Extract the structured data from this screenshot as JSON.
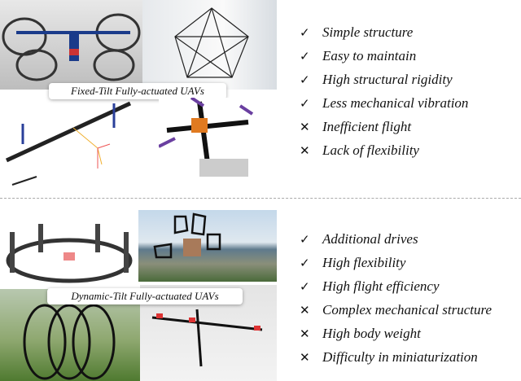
{
  "top": {
    "label": "Fixed-Tilt Fully-actuated UAVs",
    "features": [
      {
        "mark": "check",
        "text": "Simple structure"
      },
      {
        "mark": "check",
        "text": "Easy to maintain"
      },
      {
        "mark": "check",
        "text": "High structural rigidity"
      },
      {
        "mark": "check",
        "text": "Less mechanical vibration"
      },
      {
        "mark": "cross",
        "text": "Inefficient flight"
      },
      {
        "mark": "cross",
        "text": "Lack of flexibility"
      }
    ]
  },
  "bottom": {
    "label": "Dynamic-Tilt Fully-actuated UAVs",
    "features": [
      {
        "mark": "check",
        "text": "Additional drives"
      },
      {
        "mark": "check",
        "text": "High flexibility"
      },
      {
        "mark": "check",
        "text": "High flight efficiency"
      },
      {
        "mark": "cross",
        "text": "Complex mechanical structure"
      },
      {
        "mark": "cross",
        "text": "High body weight"
      },
      {
        "mark": "cross",
        "text": "Difficulty in miniaturization"
      }
    ]
  },
  "marks": {
    "check": "✓",
    "cross": "✕"
  }
}
